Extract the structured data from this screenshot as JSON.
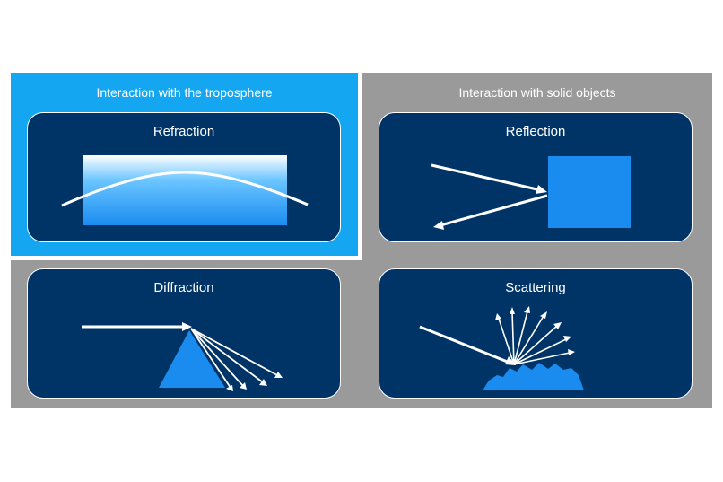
{
  "sections": {
    "troposphere": {
      "title": "Interaction with the troposphere"
    },
    "solid": {
      "title": "Interaction with solid objects"
    }
  },
  "cards": {
    "refraction": {
      "title": "Refraction"
    },
    "reflection": {
      "title": "Reflection"
    },
    "diffraction": {
      "title": "Diffraction"
    },
    "scattering": {
      "title": "Scattering"
    }
  },
  "colors": {
    "card_bg": "#003466",
    "shape_blue": "#1a8cf0",
    "troposphere_bg": "#14a6f0",
    "panel_gray": "#9a9a9a",
    "line": "#ffffff"
  }
}
